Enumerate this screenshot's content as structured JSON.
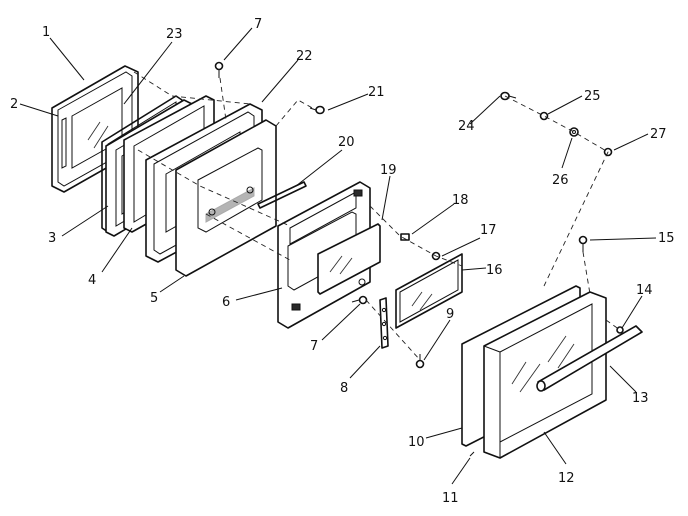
{
  "labels": {
    "l1": "1",
    "l2": "2",
    "l3": "3",
    "l4": "4",
    "l5": "5",
    "l6": "6",
    "l7a": "7",
    "l7b": "7",
    "l8": "8",
    "l9": "9",
    "l10": "10",
    "l11": "11",
    "l12": "12",
    "l13": "13",
    "l14": "14",
    "l15": "15",
    "l16": "16",
    "l17": "17",
    "l18": "18",
    "l19": "19",
    "l20": "20",
    "l21": "21",
    "l22": "22",
    "l23": "23",
    "l24": "24",
    "l25": "25",
    "l26": "26",
    "l27": "27"
  }
}
